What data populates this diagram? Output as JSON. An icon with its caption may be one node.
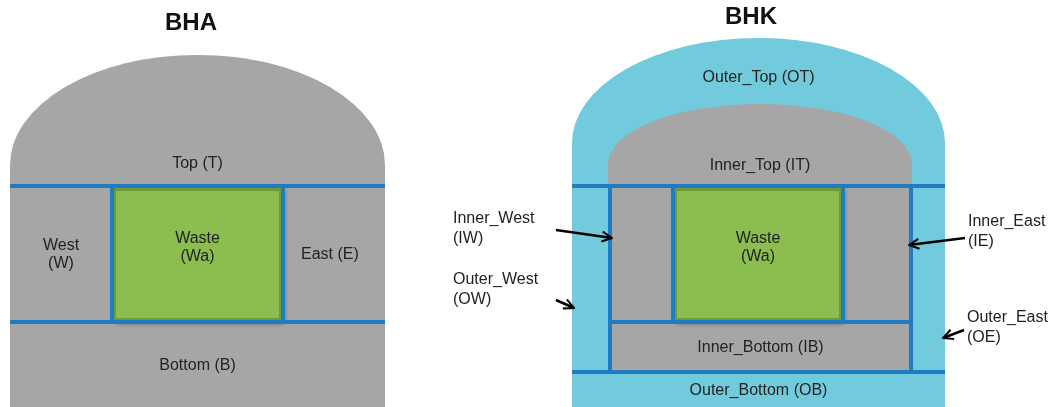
{
  "diagram": {
    "nodes": [
      {
        "text": [
          "Top (T)"
        ]
      },
      {
        "text": [
          "West (W)"
        ]
      },
      {
        "text": [
          "Waste (Wa)"
        ]
      },
      {
        "text": [
          "East (E)"
        ]
      },
      {
        "text": [
          "Bottom (B)"
        ]
      },
      {
        "text": [
          "Outer_Top (OT)"
        ]
      },
      {
        "text": [
          "Inner_Top (IT)"
        ],
        "in": 5
      },
      {
        "text": [
          "Inner_West (IW)"
        ]
      },
      {
        "text": [
          "Inner_East (IE)"
        ]
      },
      {
        "text": [
          "Outer_West (OW)"
        ]
      },
      {
        "text": [
          "Outer_East (OE)"
        ]
      },
      {
        "text": [
          "Waste (Wa)"
        ]
      },
      {
        "text": [],
        "shape": "box"
      },
      {
        "text": [],
        "shape": "box"
      },
      {
        "text": [],
        "shape": "box"
      },
      {
        "text": [],
        "shape": "box"
      },
      {
        "text": [
          "Inner_Bottom (IB)"
        ]
      },
      {
        "text": [
          "Outer_Bottom (OB)"
        ]
      }
    ],
    "edges": [
      {
        "from": 7,
        "to": 13,
        "arrow": "to"
      },
      {
        "from": 8,
        "to": 14,
        "arrow": "to"
      },
      {
        "from": 9,
        "to": 12,
        "arrow": "to"
      },
      {
        "from": 10,
        "to": 15,
        "arrow": "to"
      }
    ],
    "labels": [
      "BHA",
      "BHK"
    ]
  }
}
